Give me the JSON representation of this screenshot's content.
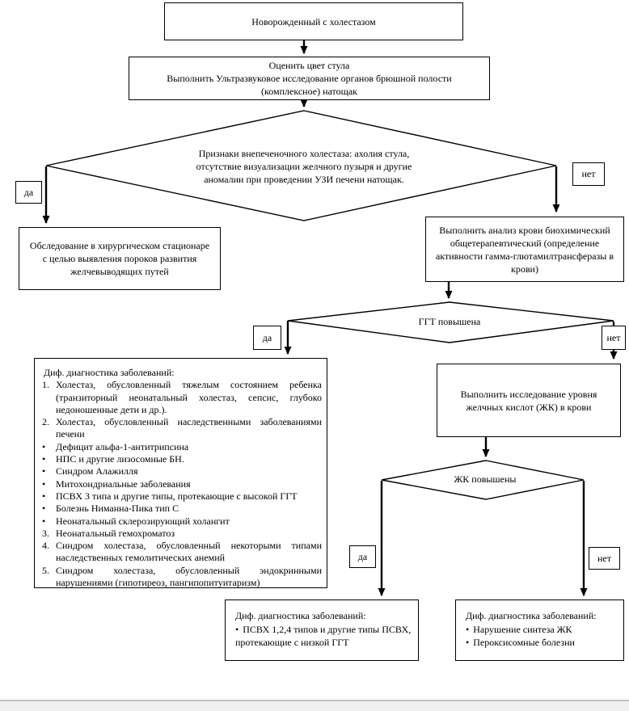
{
  "labels": {
    "yes": "да",
    "no": "нет"
  },
  "colors": {
    "line": "#000000",
    "node_bg": "#ffffff",
    "footer_bg": "#f0f0f0"
  },
  "nodes": {
    "start": {
      "text": "Новорожденный с холестазом"
    },
    "assess": {
      "lines": [
        "Оценить цвет стула",
        "Выполнить Ультразвуковое исследование органов брюшной полости",
        "(комплексное) натощак"
      ]
    },
    "decision_extrahepatic": {
      "lines": [
        "Признаки внепеченочного холестаза: ахолия стула,",
        "отсутствие визуализации желчного пузыря и другие",
        "аномалии при проведении УЗИ печени натощак."
      ]
    },
    "surgical": {
      "lines": [
        "Обследование в хирургическом стационаре",
        "с целью выявления пороков развития",
        "желчевыводящих путей"
      ]
    },
    "blood_test": {
      "lines": [
        "Выполнить анализ крови биохимический",
        "общетерапевтический (определение",
        "активности гамма-глютамилтрансферазы в",
        "крови)"
      ]
    },
    "decision_ggt": {
      "text": "ГГТ повышена"
    },
    "diff_high_ggt": {
      "title": "Диф. диагностика заболеваний:",
      "items": [
        {
          "marker": "1.",
          "text": "Холестаз, обусловленный тяжелым состоянием ребенка (транзиторный неонатальный холестаз, сепсис, глубоко недоношенные дети и др.)."
        },
        {
          "marker": "2.",
          "text": "Холестаз, обусловленный наследственными заболеваниями печени"
        },
        {
          "marker": "•",
          "text": "Дефицит альфа-1-антитрипсина"
        },
        {
          "marker": "•",
          "text": "НПС и другие лизосомные БН."
        },
        {
          "marker": "•",
          "text": "Синдром Алажилля"
        },
        {
          "marker": "•",
          "text": "Митохондриальные заболевания"
        },
        {
          "marker": "•",
          "text": "ПСВХ 3 типа и другие типы, протекающие с высокой ГГТ"
        },
        {
          "marker": "•",
          "text": "Болезнь Ниманна-Пика тип С"
        },
        {
          "marker": "•",
          "text": "Неонатальный склерозирующий холангит"
        },
        {
          "marker": "3.",
          "text": "Неонатальный гемохроматоз"
        },
        {
          "marker": "4.",
          "text": "Синдром холестаза, обусловленный некоторыми типами наследственных гемолитических анемий"
        },
        {
          "marker": "5.",
          "text": "Синдром холестаза, обусловленный эндокринными нарушениями (гипотиреоз, пангипопитуитаризм)"
        }
      ]
    },
    "bile_acids": {
      "lines": [
        "Выполнить исследование уровня",
        "желчных кислот (ЖК) в крови"
      ]
    },
    "decision_bile": {
      "text": "ЖК повышены"
    },
    "diff_low_ggt": {
      "title": "Диф. диагностика заболеваний:",
      "items": [
        {
          "marker": "•",
          "text": "ПСВХ 1,2,4 типов и другие типы ПСВХ, протекающие с низкой ГГТ"
        }
      ]
    },
    "diff_bile_normal": {
      "title": "Диф. диагностика заболеваний:",
      "items": [
        {
          "marker": "•",
          "text": "Нарушение синтеза ЖК"
        },
        {
          "marker": "•",
          "text": "Пероксисомные болезни"
        }
      ]
    }
  }
}
